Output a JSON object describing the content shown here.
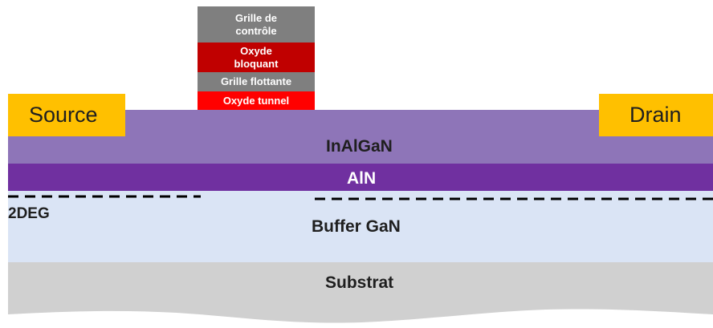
{
  "diagram": {
    "gate_stack": {
      "grille_controle": [
        "Grille de",
        "contrôle"
      ],
      "oxyde_bloquant": [
        "Oxyde",
        "bloquant"
      ],
      "grille_flottante": "Grille flottante",
      "oxyde_tunnel": "Oxyde tunnel"
    },
    "contacts": {
      "source": "Source",
      "drain": "Drain"
    },
    "layers": {
      "inalgan": "InAlGaN",
      "aln": "AlN",
      "twodeg": "2DEG",
      "buffer": "Buffer GaN",
      "substrat": "Substrat"
    },
    "colors": {
      "grille": "#7f7f7f",
      "oxyde_bloquant": "#c00000",
      "oxyde_tunnel": "#ff0000",
      "contacts": "#ffc000",
      "inalgan": "#8e75b8",
      "aln": "#7030a0",
      "buffer": "#dae4f5",
      "substrat": "#d0d0d0"
    }
  }
}
